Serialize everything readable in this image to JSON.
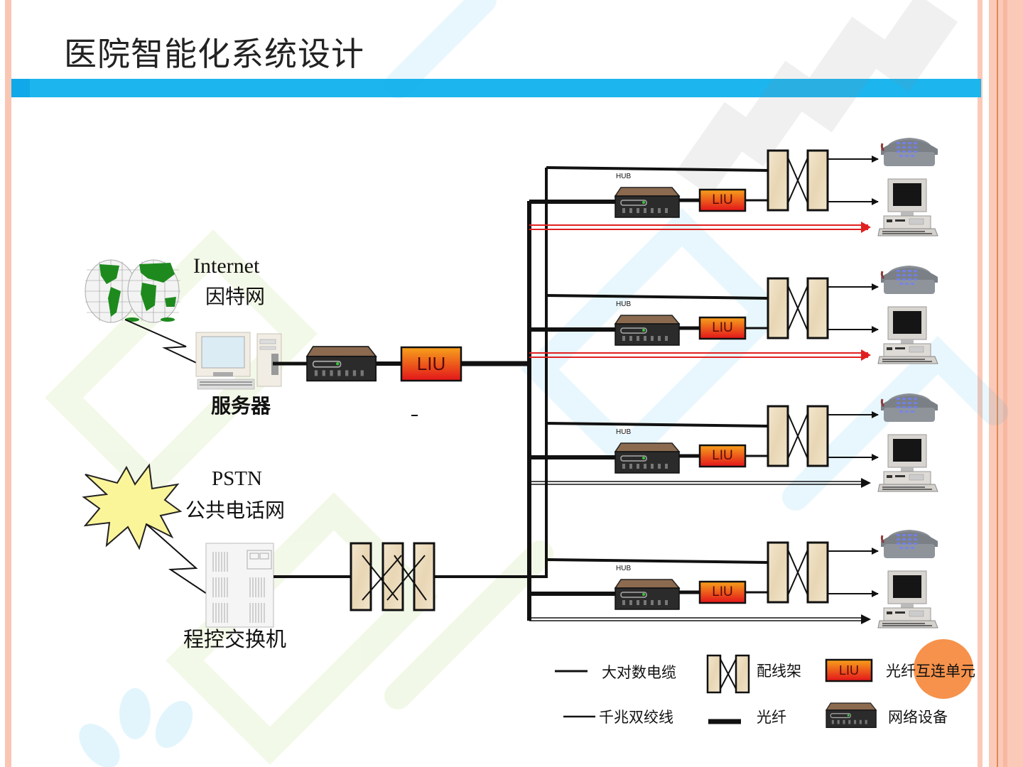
{
  "slide": {
    "title": "医院智能化系统设计",
    "accent_color": "#1cb5ee",
    "border_color": "#f9c6b4"
  },
  "left_nodes": {
    "internet": {
      "label_en": "Internet",
      "label_cn": "因特网",
      "icon": "globe-icon"
    },
    "server": {
      "label": "服务器",
      "icon": "server-computer-icon"
    },
    "pstn": {
      "label_en": "PSTN",
      "label_cn": "公共电话网",
      "icon": "starburst-icon"
    },
    "pbx": {
      "label": "程控交换机",
      "icon": "pbx-cabinet-icon"
    },
    "main_liu": {
      "label": "LIU"
    },
    "stray_mark": "-"
  },
  "branches": [
    {
      "hub_label": "HUB",
      "liu_label": "LIU",
      "bottom_line": "fiber-red"
    },
    {
      "hub_label": "HUB",
      "liu_label": "LIU",
      "bottom_line": "fiber-red"
    },
    {
      "hub_label": "HUB",
      "liu_label": "LIU",
      "bottom_line": "twisted-pair"
    },
    {
      "hub_label": "HUB",
      "liu_label": "LIU",
      "bottom_line": "twisted-pair"
    }
  ],
  "legend": {
    "items": [
      {
        "label": "大对数电缆",
        "symbol": "thin-line"
      },
      {
        "label": "配线架",
        "symbol": "patch-panel"
      },
      {
        "label": "光纤互连单元",
        "symbol": "liu-box",
        "box_label": "LIU"
      },
      {
        "label": "千兆双绞线",
        "symbol": "double-line"
      },
      {
        "label": "光纤",
        "symbol": "thick-line"
      },
      {
        "label": "网络设备",
        "symbol": "network-device"
      }
    ]
  },
  "colors": {
    "liu_top": "#f7a21b",
    "liu_bottom": "#e3141b",
    "patch_panel": "#efe0c3",
    "fiber_red": "#e02020",
    "hub_top": "#8b6a4f",
    "hub_body": "#2b2b2b"
  }
}
